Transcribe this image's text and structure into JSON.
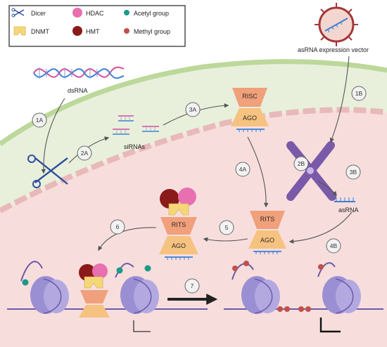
{
  "legend": {
    "items": [
      {
        "label": "Dicer",
        "icon": "scissors-icon",
        "color": "#2f4f9e"
      },
      {
        "label": "HDAC",
        "icon": "pink-circle",
        "color": "#e86fb0"
      },
      {
        "label": "Acetyl group",
        "icon": "teal-dot",
        "color": "#1b9a86"
      },
      {
        "label": "DNMT",
        "icon": "yellow-block",
        "color": "#f5d77a"
      },
      {
        "label": "HMT",
        "icon": "darkred-circle",
        "color": "#8b1a1a"
      },
      {
        "label": "Methyl group",
        "icon": "red-dot",
        "color": "#c0504d"
      }
    ]
  },
  "labels": {
    "dsrna": "dsRNA",
    "sirnas": "siRNAs",
    "vector": "asRNA expression vector",
    "asrna": "asRNA",
    "risc": "RISC",
    "ago_top": "AGO",
    "rits_mid": "RITS",
    "ago_mid": "AGO",
    "rits_left": "RITS",
    "ago_left": "AGO"
  },
  "steps": [
    "1A",
    "2A",
    "3A",
    "4A",
    "1B",
    "2B",
    "3B",
    "4B",
    "5",
    "6",
    "7"
  ],
  "colors": {
    "cytoplasm": "#e8f0dc",
    "membrane": "#bcd89a",
    "nucleus": "#f7dedd",
    "nuclear_envelope": "#e8b9b8",
    "histone": "#9b8fd3",
    "dna": "#6b5aa8",
    "chromosome": "#7a5aa8",
    "rna_blue": "#3c7fd6",
    "rna_pink": "#d64e9a",
    "enzyme_top": "#f0a07a",
    "enzyme_bottom": "#f6c27f"
  }
}
